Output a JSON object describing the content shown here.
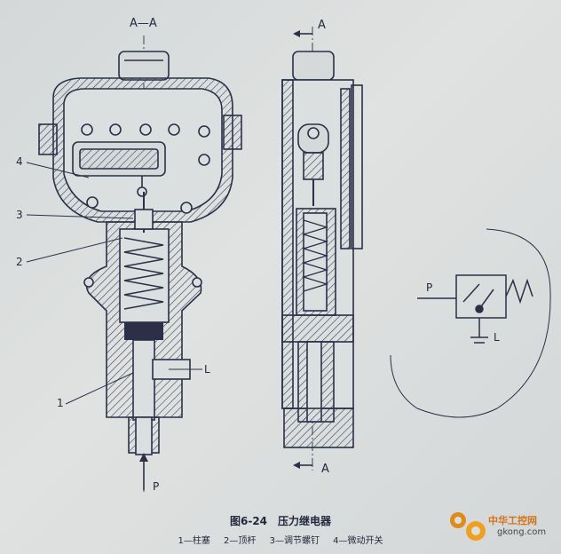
{
  "section_a_label": "A—A",
  "arrow_a_top": "A",
  "arrow_a_bottom": "A",
  "callouts": [
    "4",
    "3",
    "2",
    "1"
  ],
  "port_l_label": "L",
  "port_p_label": "P",
  "symbol": {
    "p_label": "P",
    "l_label": "L"
  },
  "figure_title": "图6-24　压力继电器",
  "legend": [
    "1—柱塞",
    "2—顶杆",
    "3—调节螺钉",
    "4—微动开关"
  ],
  "watermark": {
    "text": "中华工控网",
    "url": "gkong.com"
  },
  "colors": {
    "line": "#2b3048",
    "hatch": "#3a3f58",
    "paper": "#dcdfdf"
  }
}
